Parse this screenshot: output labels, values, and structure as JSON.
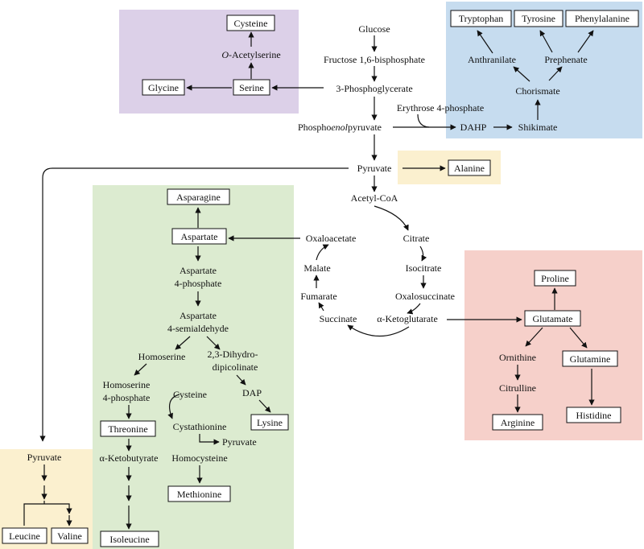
{
  "panel_colors": {
    "purple": "#dcd0e8",
    "blue": "#c6dcef",
    "yellow": "#fbf0cf",
    "green": "#dcebd0",
    "red": "#f6d0ca"
  },
  "metabolites": {
    "glucose": "Glucose",
    "fructose_bisphosphate": "Fructose 1,6-bisphosphate",
    "phosphoglycerate": "3-Phosphoglycerate",
    "erythrose_phosphate": "Erythrose 4-phosphate",
    "pep_prefix": "Phospho",
    "pep_italic": "enol",
    "pep_suffix": "pyruvate",
    "dahp": "DAHP",
    "shikimate": "Shikimate",
    "chorismate": "Chorismate",
    "anthranilate": "Anthranilate",
    "prephenate": "Prephenate",
    "pyruvate": "Pyruvate",
    "acetyl_coa": "Acetyl-CoA",
    "o_acetylserine_prefix": "O",
    "o_acetylserine_suffix": "-Acetylserine",
    "oxaloacetate": "Oxaloacetate",
    "citrate": "Citrate",
    "malate": "Malate",
    "isocitrate": "Isocitrate",
    "fumarate": "Fumarate",
    "oxalosuccinate": "Oxalosuccinate",
    "succinate": "Succinate",
    "ketoglutarate": "α-Ketoglutarate",
    "ornithine": "Ornithine",
    "citrulline": "Citrulline",
    "aspartate_phosphate_1": "Aspartate",
    "aspartate_phosphate_2": "4-phosphate",
    "aspartate_semialdehyde_1": "Aspartate",
    "aspartate_semialdehyde_2": "4-semialdehyde",
    "homoserine": "Homoserine",
    "dihydrodipicolinate_1": "2,3-Dihydro-",
    "dihydrodipicolinate_2": "dipicolinate",
    "homoserine_phosphate_1": "Homoserine",
    "homoserine_phosphate_2": "4-phosphate",
    "cysteine_substrate": "Cysteine",
    "dap": "DAP",
    "cystathionine": "Cystathionine",
    "pyruvate_side": "Pyruvate",
    "ketobutyrate": "α-Ketobutyrate",
    "homocysteine": "Homocysteine",
    "pyruvate_lower": "Pyruvate"
  },
  "amino_acids": {
    "cysteine": "Cysteine",
    "glycine": "Glycine",
    "serine": "Serine",
    "tryptophan": "Tryptophan",
    "tyrosine": "Tyrosine",
    "phenylalanine": "Phenylalanine",
    "alanine": "Alanine",
    "asparagine": "Asparagine",
    "aspartate": "Aspartate",
    "proline": "Proline",
    "glutamate": "Glutamate",
    "glutamine": "Glutamine",
    "arginine": "Arginine",
    "histidine": "Histidine",
    "threonine": "Threonine",
    "lysine": "Lysine",
    "methionine": "Methionine",
    "isoleucine": "Isoleucine",
    "leucine": "Leucine",
    "valine": "Valine"
  }
}
